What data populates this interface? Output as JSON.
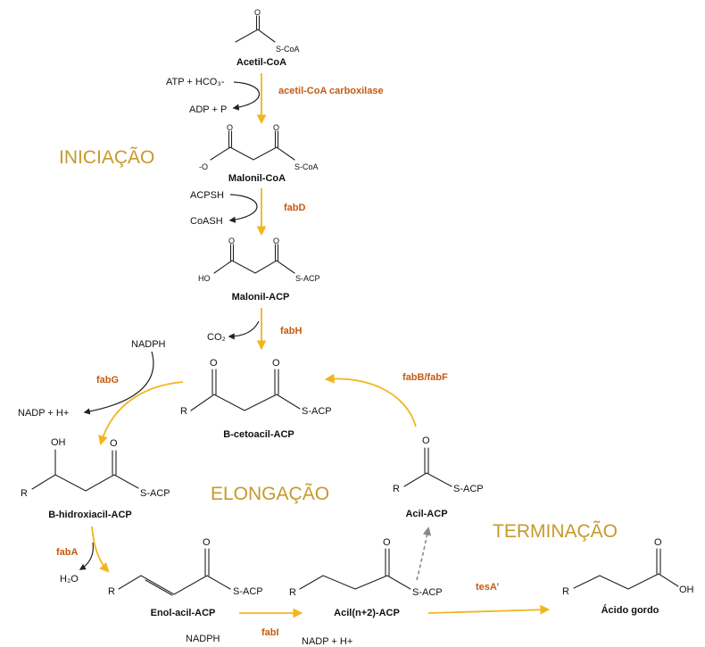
{
  "phases": {
    "initiation": "INICIAÇÃO",
    "elongation": "ELONGAÇÃO",
    "termination": "TERMINAÇÃO"
  },
  "compounds": {
    "acetyl_coa": "Acetil-CoA",
    "malonyl_coa": "Malonil-CoA",
    "malonyl_acp": "Malonil-ACP",
    "ketoacyl_acp": "B-cetoacil-ACP",
    "hydroxyacyl_acp": "B-hidroxiacil-ACP",
    "enoyl_acp": "Enol-acil-ACP",
    "acyl_n2_acp": "Acil(n+2)-ACP",
    "acyl_acp": "Acil-ACP",
    "fatty_acid": "Ácido gordo"
  },
  "enzymes": {
    "accase": "acetil-CoA carboxilase",
    "fabd": "fabD",
    "fabh": "fabH",
    "fabg": "fabG",
    "faba": "fabA",
    "fabi": "fabI",
    "fabbf": "fabB/fabF",
    "tesa": "tesA’"
  },
  "cofactors": {
    "atp_in": "ATP + HCO₃-",
    "adp_out": "ADP + P",
    "acpsh_in": "ACPSH",
    "coash_out": "CoASH",
    "co2_out": "CO₂",
    "nadph_g": "NADPH",
    "nadp_g": "NADP + H+",
    "h2o_out": "H₂O",
    "nadph_i": "NADPH",
    "nadp_i": "NADP + H+"
  },
  "atoms": {
    "o": "O",
    "r": "R",
    "s_coa": "S-CoA",
    "s_acp": "S-ACP",
    "ho": "HO",
    "oh": "OH",
    "o_minus": "-O"
  },
  "colors": {
    "reaction_arrow": "#f2b51d",
    "enzyme_text": "#c55a11",
    "phase_text": "#c59a2a",
    "dashed_return": "#888888"
  }
}
